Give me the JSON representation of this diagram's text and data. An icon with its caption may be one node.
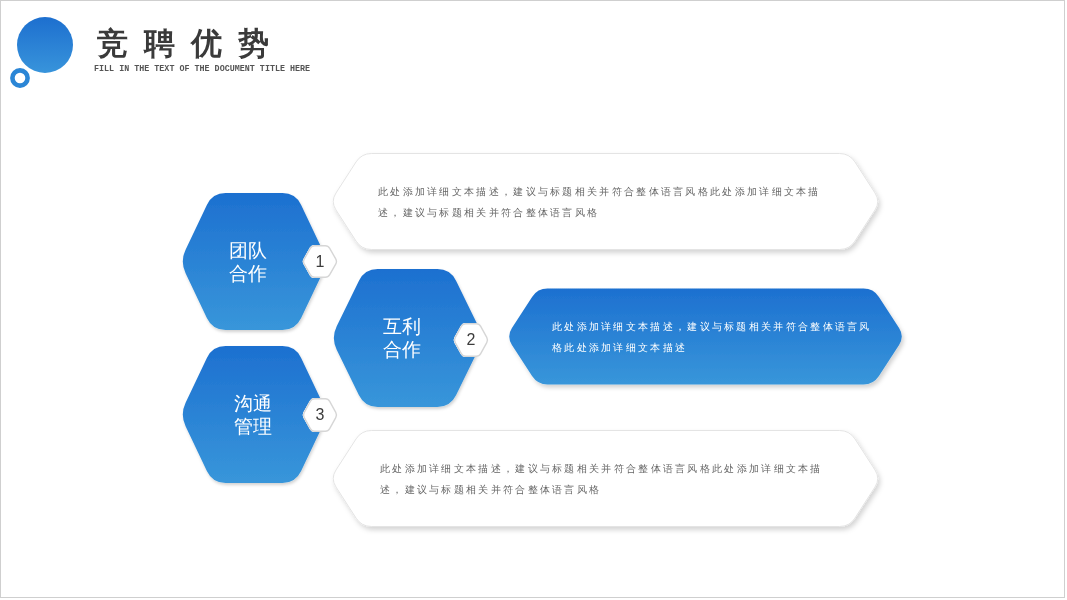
{
  "diagram": {
    "title": "竞聘优势",
    "nodes": [
      {
        "text": [
          "团队合作"
        ]
      },
      {
        "text": [
          "1"
        ]
      },
      {
        "text": [
          "此处添加详细文本描述，建议与标题相关并符合整体语言风格此处添加详细文本描述，建议与标题相关并符合整体语言风格"
        ]
      },
      {
        "text": [
          "互利合作"
        ]
      },
      {
        "text": [
          "2"
        ]
      },
      {
        "text": [
          "此处添加详细文本描述，建议与标题相关并符合整体语言风格此处添加详细文本描述"
        ]
      },
      {
        "text": [
          "沟通管理"
        ]
      },
      {
        "text": [
          "3"
        ]
      },
      {
        "text": [
          "此处添加详细文本描述，建议与标题相关并符合整体语言风格此处添加详细文本描述，建议与标题相关并符合整体语言风格"
        ]
      }
    ],
    "labels": [
      "FILL IN THE TEXT OF THE DOCUMENT TITLE HERE"
    ]
  }
}
